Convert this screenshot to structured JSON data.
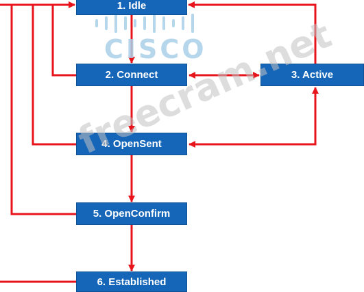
{
  "states": {
    "idle": "1. Idle",
    "connect": "2. Connect",
    "active": "3. Active",
    "opensent": "4. OpenSent",
    "openconfirm": "5. OpenConfirm",
    "established": "6. Established"
  },
  "logo": {
    "text": "CISCO",
    "name": "cisco-logo"
  },
  "watermark": {
    "text": "freecram.net"
  },
  "colors": {
    "box": "#1566b9",
    "arrow": "#e8141c",
    "logo": "#a9cfe8",
    "watermark": "#c2c2c2"
  }
}
